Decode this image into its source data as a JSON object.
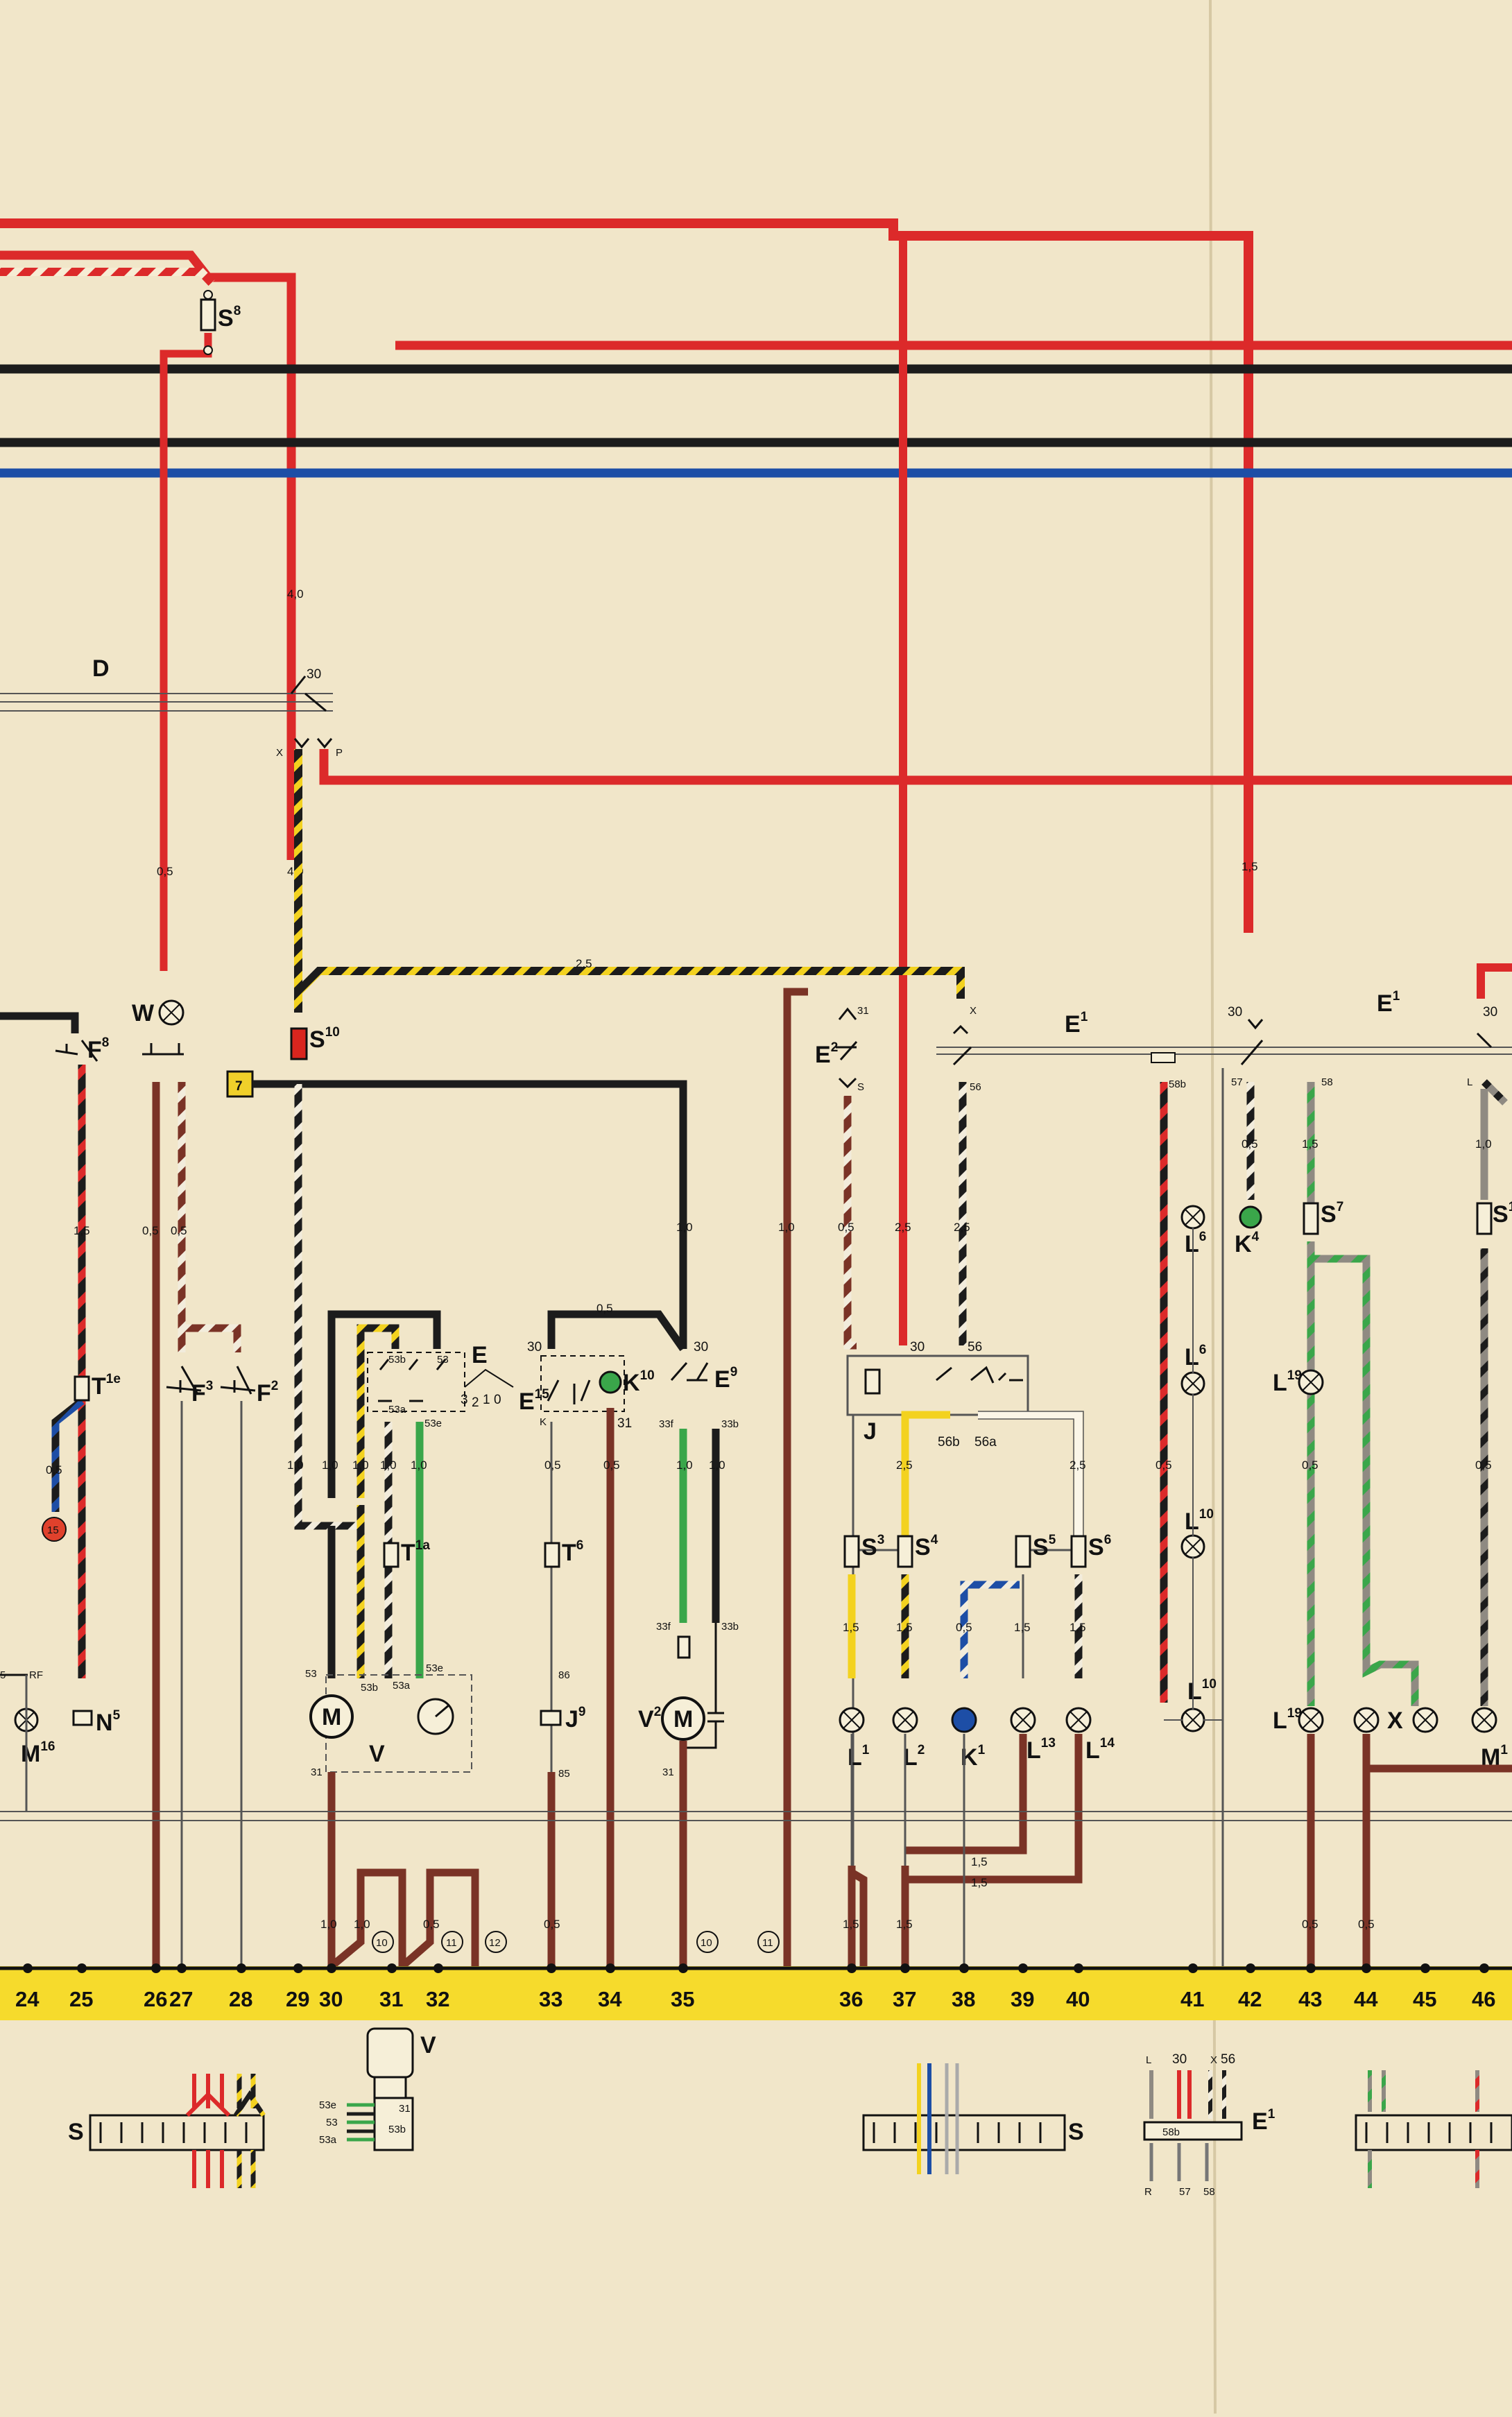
{
  "colors": {
    "paper": "#f1e6c9",
    "red": "#dc2a2a",
    "black": "#1c1c1c",
    "blue": "#1d4ea6",
    "brown": "#7a3326",
    "yellow": "#f3d21f",
    "green": "#3aa64a",
    "grey": "#8f8a82",
    "white": "#fbf6e8",
    "busbar": "#f6db2c"
  },
  "labels": {
    "D": "D",
    "W": "W",
    "F8": "F",
    "F8_sub": "8",
    "S8": "S",
    "S8_sub": "8",
    "S10": "S",
    "S10_sub": "10",
    "box7": "7",
    "T1e": "T",
    "T1e_sub": "1e",
    "T1a": "T",
    "T1a_sub": "1a",
    "T6": "T",
    "T6_sub": "6",
    "F3": "F",
    "F3_sub": "3",
    "F2": "F",
    "F2_sub": "2",
    "E": "E",
    "E15": "E",
    "E15_sub": "15",
    "K10": "K",
    "K10_sub": "10",
    "E9": "E",
    "E9_sub": "9",
    "E2": "E",
    "E2_sub": "2",
    "E1a": "E",
    "E1a_sub": "1",
    "E1b": "E",
    "E1b_sub": "1",
    "J": "J",
    "J9": "J",
    "J9_sub": "9",
    "V": "V",
    "V2": "V",
    "V2_sub": "2",
    "M16": "M",
    "M16_sub": "16",
    "N5": "N",
    "N5_sub": "5",
    "L1": "L",
    "L1_sub": "1",
    "L2": "L",
    "L2_sub": "2",
    "K1": "K",
    "K1_sub": "1",
    "L13": "L",
    "L13_sub": "13",
    "L14": "L",
    "L14_sub": "14",
    "S3": "S",
    "S3_sub": "3",
    "S4": "S",
    "S4_sub": "4",
    "S5": "S",
    "S5_sub": "5",
    "S6": "S",
    "S6_sub": "6",
    "L6a": "L",
    "L6a_sub": "6",
    "L6b": "L",
    "L6b_sub": "6",
    "K4": "K",
    "K4_sub": "4",
    "L10a": "L",
    "L10a_sub": "10",
    "L10b": "L",
    "L10b_sub": "10",
    "S7": "S",
    "S7_sub": "7",
    "S1": "S",
    "S1_sub": "1",
    "L19a": "L",
    "L19a_sub": "19",
    "L19b": "L",
    "L19b_sub": "19",
    "X": "X",
    "M1": "M",
    "M1_sub": "1",
    "circ15": "15",
    "S_legend_a": "S",
    "S_legend_b": "S",
    "V_legend": "V",
    "E1_legend": "E",
    "E1_legend_sub": "1",
    "RF": "RF",
    "sw_5": "5"
  },
  "terminals": {
    "t30_D": "30",
    "X": "X",
    "P": "P",
    "t53b": "53b",
    "t53": "53",
    "t53a": "53a",
    "t53e": "53e",
    "E_pos_3": "3",
    "E_pos_2": "2",
    "E_pos_1": "1",
    "E_pos_0": "0",
    "t30_E15": "30",
    "K": "K",
    "t31_K10": "31",
    "t30_E9": "30",
    "t33f": "33f",
    "t33b": "33b",
    "t33f_b": "33f",
    "t33b_b": "33b",
    "m53": "53",
    "m53b": "53b",
    "m53a": "53a",
    "m53e": "53e",
    "m31": "31",
    "t86": "86",
    "t85": "85",
    "v31": "31",
    "e2_31": "31",
    "e2_S": "S",
    "e1_X": "X",
    "e1_56": "56",
    "j30": "30",
    "j56": "56",
    "j56b": "56b",
    "j56a": "56a",
    "e1b_30": "30",
    "e1b_58b": "58b",
    "e1b_57": "57",
    "e1b_58": "58",
    "e1c_30": "30",
    "e1c_L": "L",
    "leg_53e": "53e",
    "leg_53": "53",
    "leg_53a": "53a",
    "leg_31": "31",
    "leg_53b": "53b",
    "leg_L": "L",
    "leg_30": "30",
    "leg_X": "X",
    "leg_56": "56",
    "leg_58b": "58b",
    "leg_R": "R",
    "leg_57": "57",
    "leg_58": "58"
  },
  "wire_sizes": {
    "w40": "4,0",
    "w40b": "4,0",
    "w05_S8": "0,5",
    "w25_top": "2,5",
    "w15_F8": "1,5",
    "w05_26": "0,5",
    "w05_27": "0,5",
    "w10_S10": "1,0",
    "w05_E15": "0,5",
    "w10_29": "1,0",
    "w10_30a": "1,0",
    "w10_31a": "1,0",
    "w10_32a": "1,0",
    "w05_33": "0,5",
    "w05_34": "0,5",
    "w10_35a": "1,0",
    "w10_35b": "1,0",
    "w05_blue": "0,5",
    "w10_brown": "1,0",
    "w05_E2": "0,5",
    "w25_J": "2,5",
    "w25_56": "2,5",
    "w25_y": "2,5",
    "w25_w": "2,5",
    "w15_37": "1,5",
    "w15_38": "1,5",
    "w05_39": "0,5",
    "w15_40": "1,5",
    "w15_41": "1,5",
    "w15_h1": "1,5",
    "w15_h2": "1,5",
    "w15_36b": "1,5",
    "w15_37b": "1,5",
    "w10_30b": "1,0",
    "w10_31b": "1,0",
    "w05_32b": "0,5",
    "w05_33b": "0,5",
    "w10_35c": "1,0",
    "w15_E1b": "1,5",
    "w05_K4": "0,5",
    "w15_58": "1,5",
    "w05_41": "0,5",
    "w05_43a": "0,5",
    "w05_43b": "0,5",
    "w05_44": "0,5",
    "w10_46": "1,0",
    "w05_46": "0,5"
  },
  "circle_refs": [
    "10",
    "11",
    "12",
    "10",
    "11"
  ],
  "bus_numbers": [
    "24",
    "25",
    "26",
    "27",
    "28",
    "29",
    "30",
    "31",
    "32",
    "33",
    "34",
    "35",
    "36",
    "37",
    "38",
    "39",
    "40",
    "41",
    "42",
    "43",
    "44",
    "45",
    "46"
  ]
}
